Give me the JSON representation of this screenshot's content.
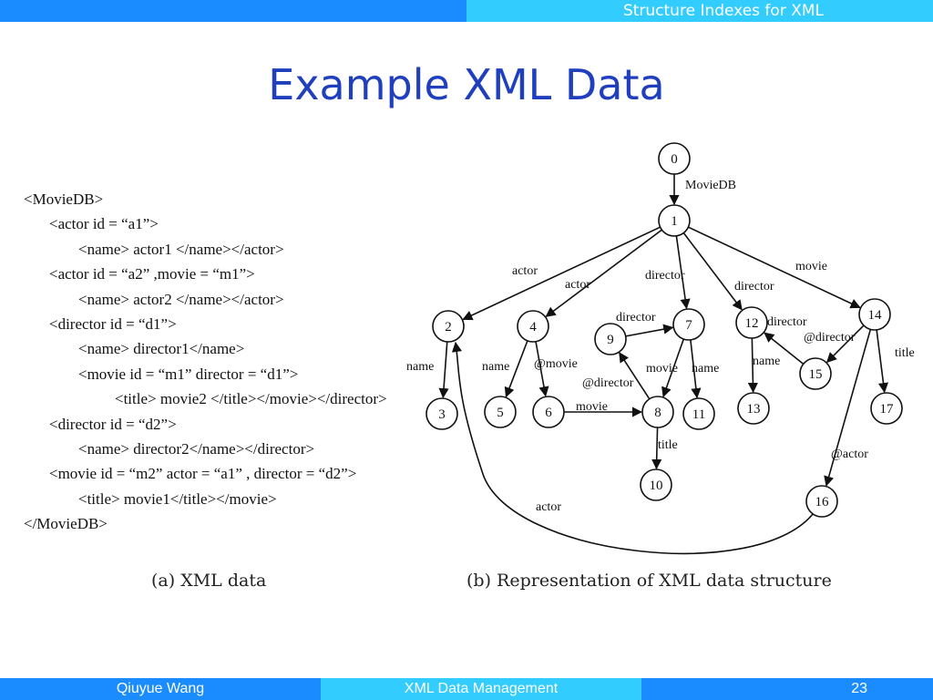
{
  "header": {
    "text": "Structure Indexes for XML"
  },
  "slide": {
    "title": "Example XML Data"
  },
  "xml_lines": [
    "<MovieDB>",
    "<actor id = “a1”>",
    "<name> actor1 </name></actor>",
    "<actor id = “a2” ,movie = “m1”>",
    "<name> actor2 </name></actor>",
    "<director id = “d1”>",
    "<name> director1</name>",
    "<movie id = “m1” director = “d1”>",
    "<title> movie2 </title></movie></director>",
    "<director id = “d2”>",
    "<name> director2</name></director>",
    "<movie id = “m2” actor = “a1” , director = “d2”>",
    "<title> movie1</title></movie>",
    "</MovieDB>"
  ],
  "graph": {
    "nodes": [
      "0",
      "1",
      "2",
      "3",
      "4",
      "5",
      "6",
      "7",
      "8",
      "9",
      "10",
      "11",
      "12",
      "13",
      "14",
      "15",
      "16",
      "17"
    ],
    "edges": [
      {
        "from": "0",
        "to": "1",
        "label": "MovieDB"
      },
      {
        "from": "1",
        "to": "2",
        "label": "actor"
      },
      {
        "from": "1",
        "to": "4",
        "label": "actor"
      },
      {
        "from": "1",
        "to": "7",
        "label": "director"
      },
      {
        "from": "1",
        "to": "12",
        "label": "director"
      },
      {
        "from": "1",
        "to": "14",
        "label": "movie"
      },
      {
        "from": "2",
        "to": "3",
        "label": "name"
      },
      {
        "from": "4",
        "to": "5",
        "label": "name"
      },
      {
        "from": "4",
        "to": "6",
        "label": "@movie"
      },
      {
        "from": "6",
        "to": "8",
        "label": "movie"
      },
      {
        "from": "9",
        "to": "7",
        "label": "director"
      },
      {
        "from": "7",
        "to": "8",
        "label": "movie"
      },
      {
        "from": "7",
        "to": "11",
        "label": "name"
      },
      {
        "from": "8",
        "to": "9",
        "label": "@director"
      },
      {
        "from": "8",
        "to": "10",
        "label": "title"
      },
      {
        "from": "12",
        "to": "13",
        "label": "name"
      },
      {
        "from": "15",
        "to": "12",
        "label": "director"
      },
      {
        "from": "14",
        "to": "15",
        "label": "@director"
      },
      {
        "from": "14",
        "to": "17",
        "label": "title"
      },
      {
        "from": "14",
        "to": "16",
        "label": "@actor"
      },
      {
        "from": "16",
        "to": "2",
        "label": "actor"
      }
    ]
  },
  "captions": {
    "a": "(a) XML data",
    "b": "(b) Representation of XML data structure"
  },
  "footer": {
    "author": "Qiuyue Wang",
    "course": "XML Data Management",
    "page": "23"
  },
  "colors": {
    "title": "#1f3fbf",
    "bar_dark": "#1a8cff",
    "bar_light": "#33ccff"
  }
}
